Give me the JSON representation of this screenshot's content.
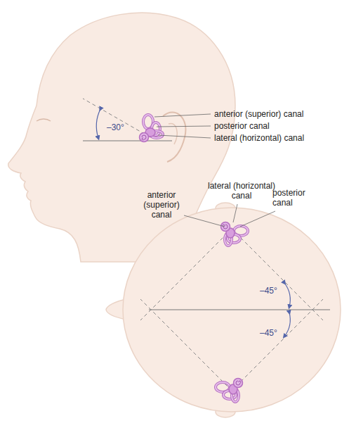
{
  "diagram": {
    "labels": [
      "anterior (superior) canal",
      "posterior canal",
      "lateral (horizontal) canal",
      "–30°",
      "anterior (superior) canal",
      "lateral (horizontal) canal",
      "posterior canal",
      "–45°",
      "–45°"
    ]
  }
}
